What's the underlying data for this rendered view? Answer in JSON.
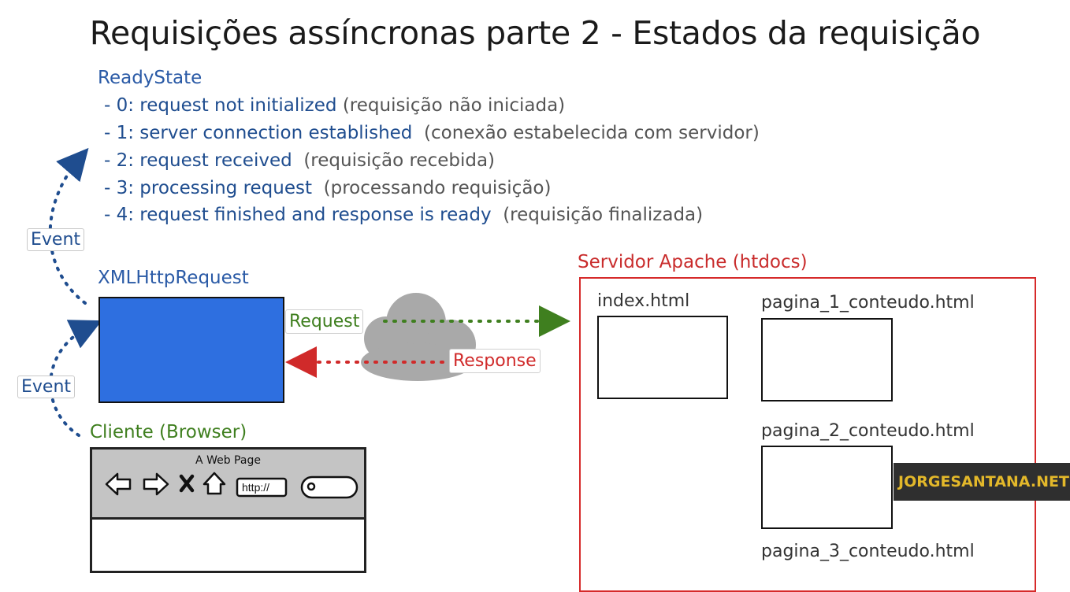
{
  "title": "Requisições assíncronas parte 2 - Estados da requisição",
  "readystate": {
    "heading": "ReadyState",
    "states": [
      {
        "code": "- 0: request not initialized",
        "pt": "(requisição não iniciada)"
      },
      {
        "code": "- 1: server connection established",
        "pt": "(conexão estabelecida com servidor)"
      },
      {
        "code": "- 2: request received",
        "pt": "(requisição recebida)"
      },
      {
        "code": "- 3: processing request",
        "pt": "(processando requisição)"
      },
      {
        "code": "- 4: request finished and response is ready",
        "pt": "(requisição finalizada)"
      }
    ]
  },
  "events": {
    "top": "Event",
    "bottom": "Event"
  },
  "xhr_label": "XMLHttpRequest",
  "client": {
    "label": "Cliente (Browser)",
    "window_title": "A Web Page",
    "url_text": "http://"
  },
  "request_label": "Request",
  "response_label": "Response",
  "server": {
    "label": "Servidor Apache (htdocs)",
    "files": [
      "index.html",
      "pagina_1_conteudo.html",
      "pagina_2_conteudo.html",
      "pagina_3_conteudo.html"
    ]
  },
  "watermark": "JORGESANTANA.NET",
  "colors": {
    "blue_text": "#1f4d8f",
    "green": "#3f7f1f",
    "red": "#d02a2a",
    "xhr_box": "#2e6fe0",
    "cloud": "#a9a9a9"
  }
}
